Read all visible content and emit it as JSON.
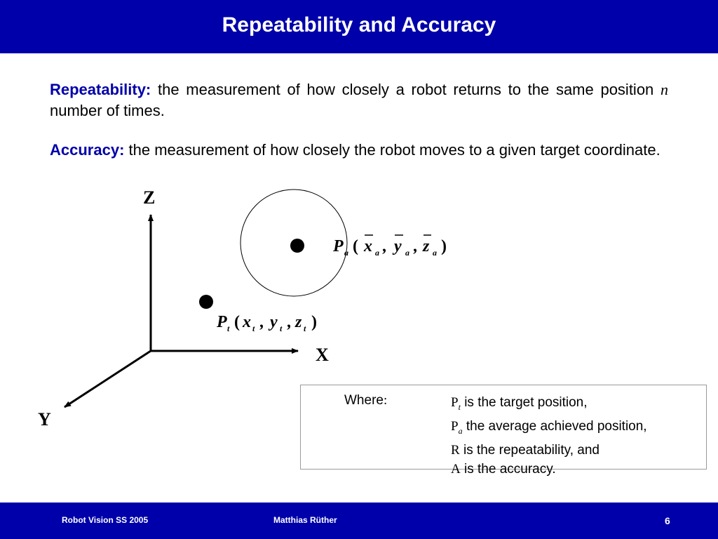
{
  "slide": {
    "title": "Repeatability and Accuracy",
    "definitions": [
      {
        "term": "Repeatability:",
        "text_before_n": " the measurement of how closely a robot returns to the same position ",
        "n_symbol": "n",
        "text_after_n": " number of times."
      },
      {
        "term": "Accuracy:",
        "text": " the measurement of how closely the robot moves to a given target coordinate."
      }
    ]
  },
  "diagram": {
    "axis_labels": {
      "z": "Z",
      "x": "X",
      "y": "Y"
    },
    "point_a": {
      "symbol": "P",
      "sub": "a",
      "open": "(",
      "x": "x",
      "y": "y",
      "z": "z",
      "comma": ",",
      "close": ")"
    },
    "point_t": {
      "symbol": "P",
      "sub": "t",
      "open": "(",
      "x": "x",
      "y": "y",
      "z": "z",
      "comma": ",",
      "close": ")"
    }
  },
  "legend": {
    "where_label": "Where",
    "where_colon": ":",
    "items": [
      {
        "symbol": "P",
        "sub": "t",
        "text": " is the target position,"
      },
      {
        "symbol": "P",
        "sub": "a",
        "text": " the average achieved position,"
      },
      {
        "symbol": "R",
        "text": " is the repeatability, and"
      },
      {
        "symbol": "A",
        "text": " is the accuracy."
      }
    ]
  },
  "footer": {
    "course": "Robot Vision SS 2005",
    "author": "Matthias Rüther",
    "page": "6"
  },
  "colors": {
    "brand_blue": "#0000aa"
  }
}
